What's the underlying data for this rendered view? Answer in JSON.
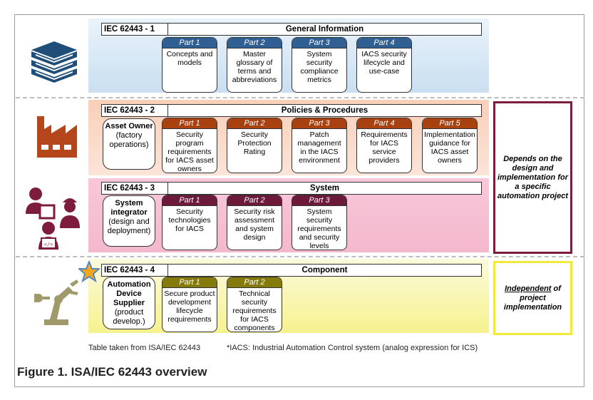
{
  "sections": [
    {
      "standard": "IEC 62443 - 1",
      "title": "General Information",
      "icon": "books-icon",
      "parts": [
        {
          "label": "Part 1",
          "desc": "Concepts and models"
        },
        {
          "label": "Part 2",
          "desc": "Master glossary of terms and abbreviations"
        },
        {
          "label": "Part 3",
          "desc": "System security compliance metrics"
        },
        {
          "label": "Part 4",
          "desc": "IACS security lifecycle and use-case"
        }
      ]
    },
    {
      "standard": "IEC 62443 - 2",
      "title": "Policies & Procedures",
      "icon": "factory-icon",
      "role": {
        "name": "Asset Owner",
        "detail": "(factory operations)"
      },
      "parts": [
        {
          "label": "Part 1",
          "desc": "Security program requirements for IACS asset owners"
        },
        {
          "label": "Part 2",
          "desc": "Security Protection Rating"
        },
        {
          "label": "Part 3",
          "desc": "Patch management in the IACS environment"
        },
        {
          "label": "Part 4",
          "desc": "Requirements for IACS service providers"
        },
        {
          "label": "Part 5",
          "desc": "Implementation guidance for IACS asset owners"
        }
      ]
    },
    {
      "standard": "IEC 62443 - 3",
      "title": "System",
      "icon": "engineers-icon",
      "role": {
        "name": "System integrator",
        "detail": "(design and deployment)"
      },
      "parts": [
        {
          "label": "Part 1",
          "desc": "Security technologies for IACS"
        },
        {
          "label": "Part 2",
          "desc": "Security risk assessment and system design"
        },
        {
          "label": "Part 3",
          "desc": "System security requirements and security levels"
        }
      ]
    },
    {
      "standard": "IEC 62443 - 4",
      "title": "Component",
      "icon": "robot-arm-icon",
      "role": {
        "name": "Automation Device Supplier",
        "detail": "(product develop.)"
      },
      "parts": [
        {
          "label": "Part 1",
          "desc": "Secure product development lifecycle requirements"
        },
        {
          "label": "Part 2",
          "desc": "Technical security requirements for IACS components"
        }
      ]
    }
  ],
  "side_notes": {
    "dependent": "Depends on the design and implementation for a specific automation project",
    "independent_word": "Independent",
    "independent_rest": " of project implementation"
  },
  "footer": {
    "source": "Table taken from ISA/IEC 62443",
    "note": "*IACS: Industrial Automation Control system (analog expression for ICS)"
  },
  "figure_caption": "Figure 1.   ISA/IEC 62443 overview",
  "colors": {
    "band1": "#c9dff1",
    "band2": "#fbe4d8",
    "band3": "#f4b8cd",
    "band4": "#f6f28f",
    "part1_header": "#2f5f93",
    "part2_header": "#a8410f",
    "part3_header": "#6d1a3a",
    "part4_header": "#857a0c",
    "dependent_border": "#7b1d3f",
    "independent_border": "#f1ea3a"
  }
}
